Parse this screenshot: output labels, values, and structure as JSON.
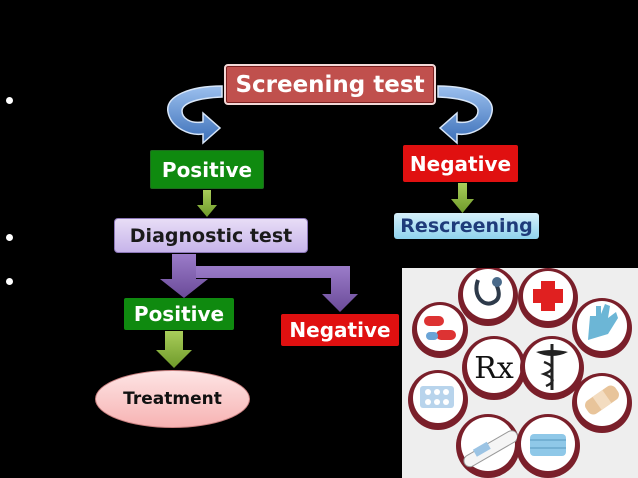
{
  "diagram": {
    "screening_test": "Screening test",
    "positive_top": "Positive",
    "negative_top": "Negative",
    "rescreening": "Rescreening",
    "diagnostic_test": "Diagnostic test",
    "positive_bottom": "Positive",
    "negative_bottom": "Negative",
    "treatment": "Treatment"
  },
  "photo": {
    "prescription_symbol": "Rx"
  },
  "colors": {
    "background": "#000000",
    "screening_box": "#c0504d",
    "positive_box": "#0f8a0f",
    "negative_box": "#e01010",
    "diagnostic_box": "#c7b4ea",
    "rescreening_box": "#8fd3ee",
    "treatment_ellipse": "#f7b3b3",
    "down_arrow_green": "#8cb63c",
    "down_arrow_purple": "#7a5aa8",
    "curved_arrow_blue": "#5b86c6"
  },
  "icons": [
    "bullet-icon",
    "curved-arrow-icon",
    "down-arrow-icon",
    "elbow-arrow-icon",
    "cupcake-icon"
  ]
}
